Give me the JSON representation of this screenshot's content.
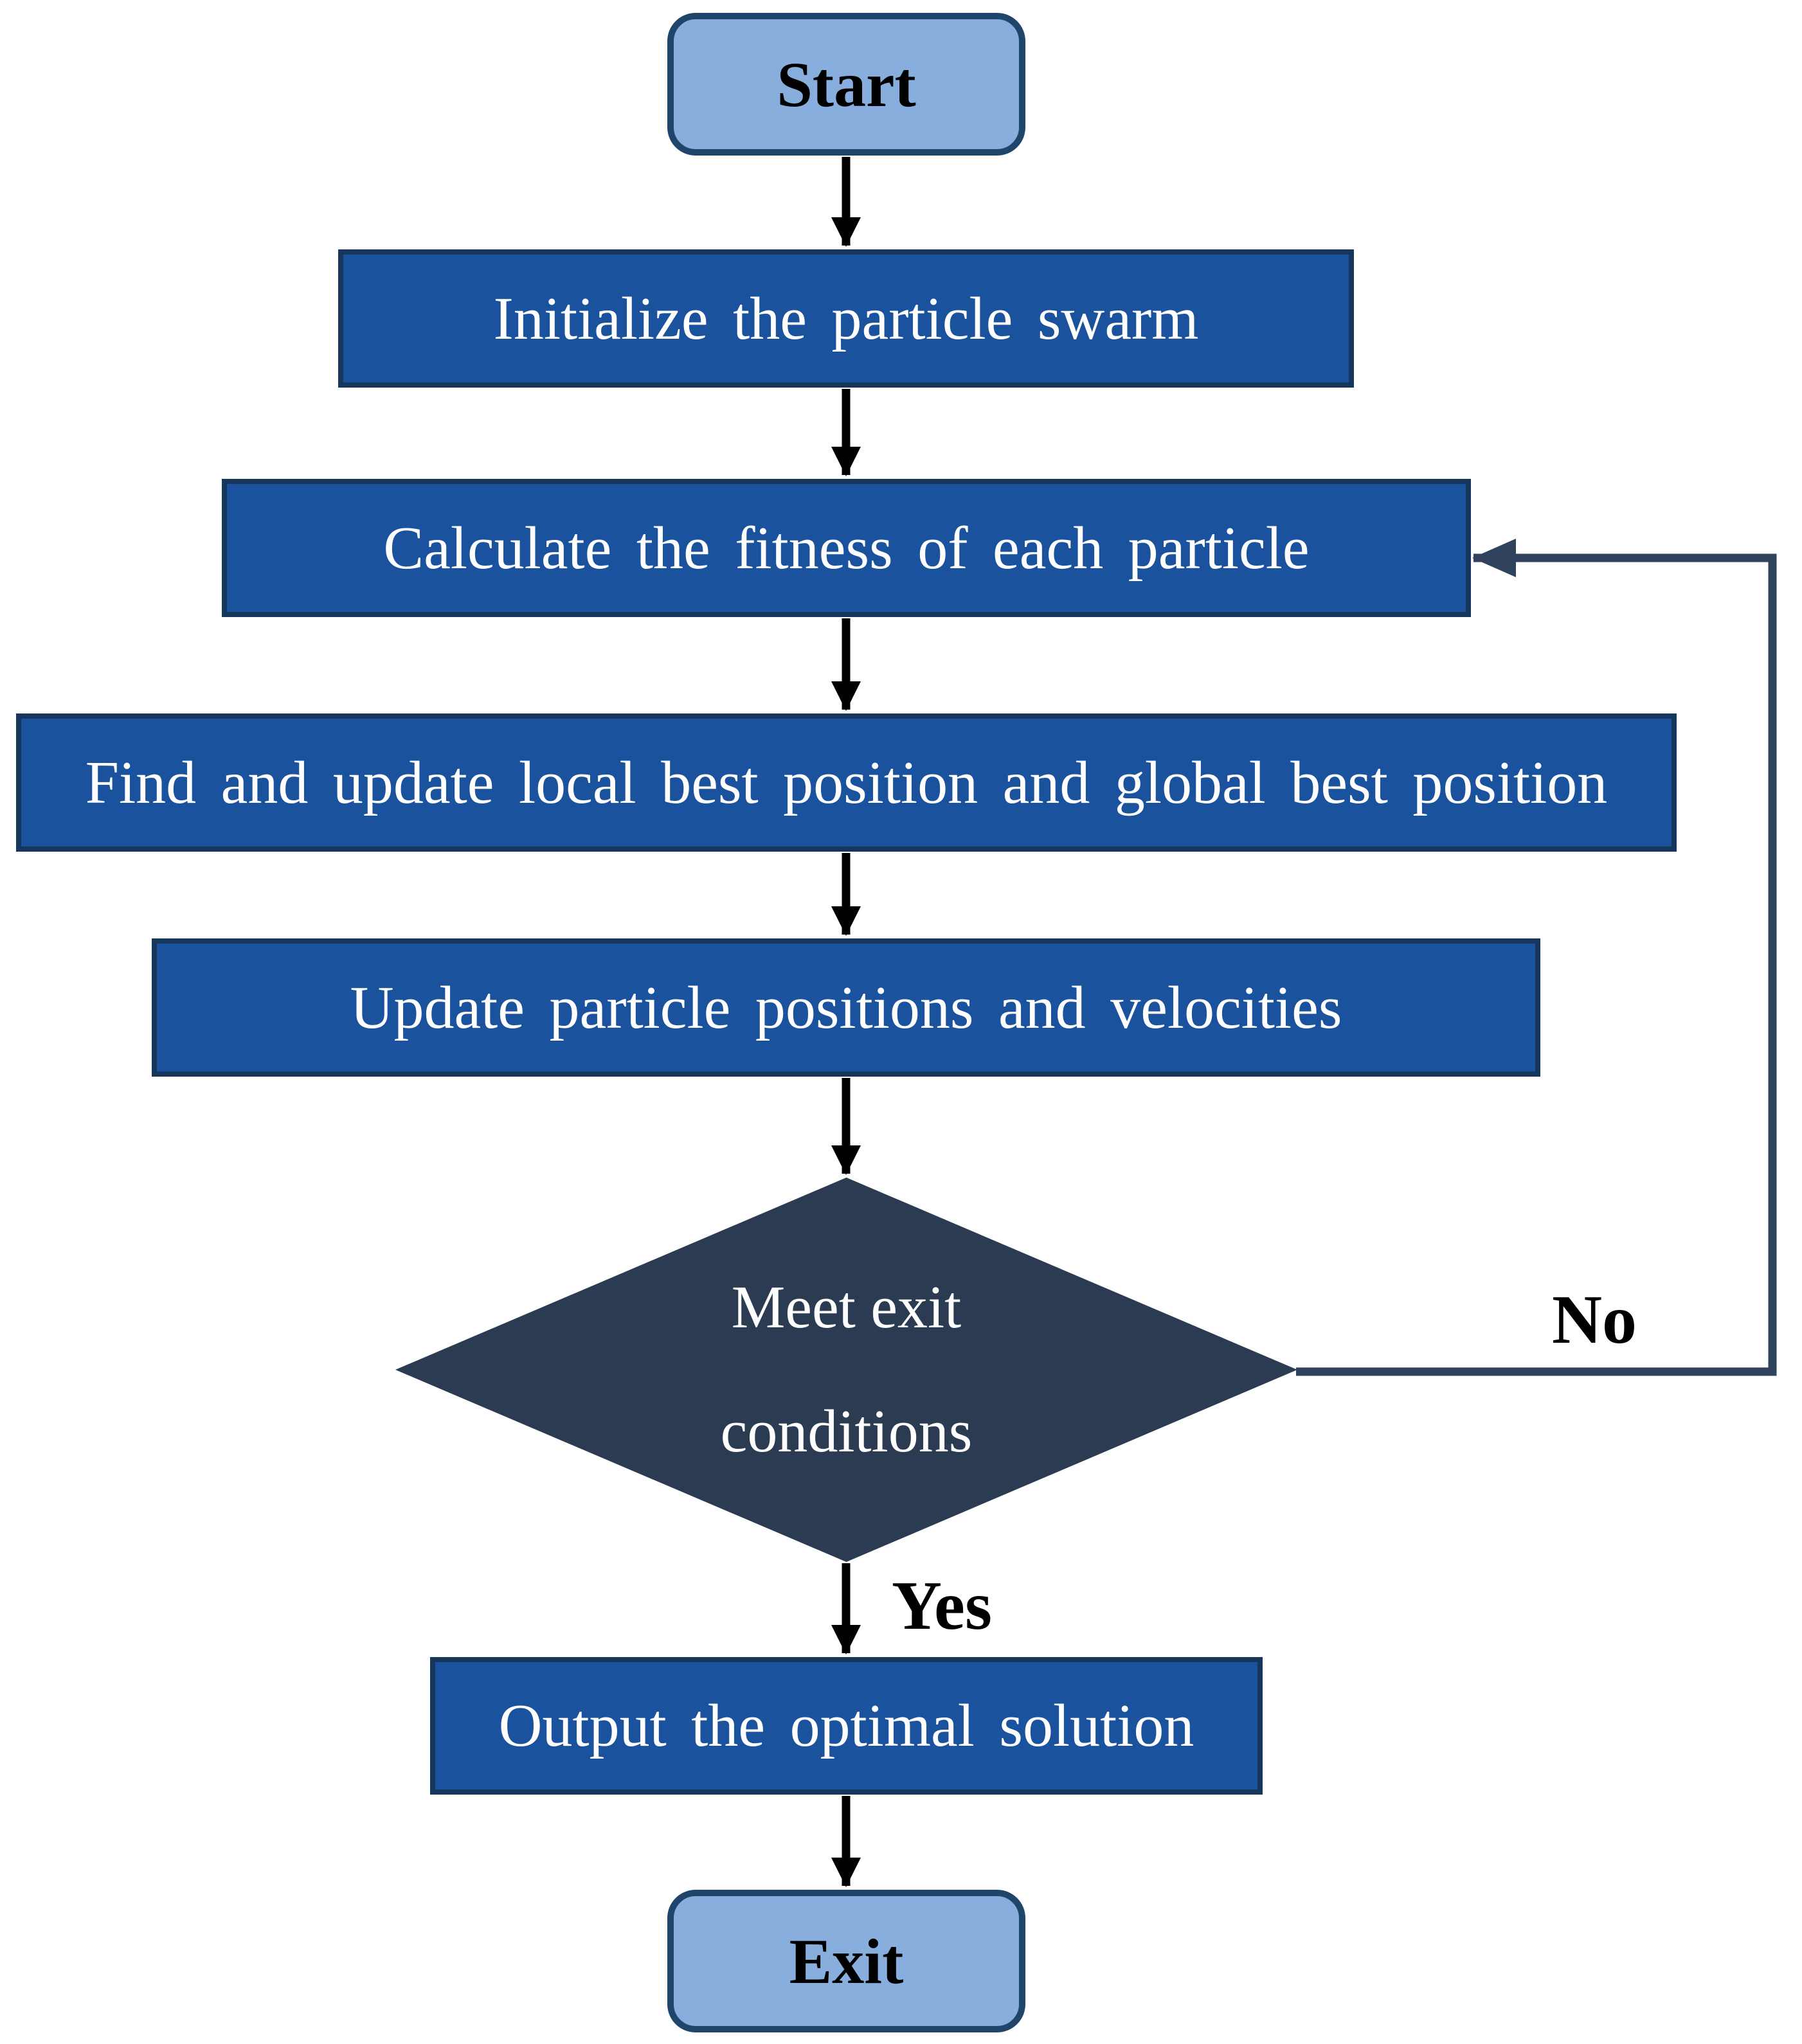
{
  "nodes": {
    "start": {
      "label": "Start"
    },
    "initialize": {
      "label": "Initialize the particle swarm"
    },
    "calculate": {
      "label": "Calculate the fitness of each particle"
    },
    "find_update": {
      "label": "Find and update local best position and global best position"
    },
    "update": {
      "label": "Update particle positions and velocities"
    },
    "decision": {
      "label": "Meet exit conditions"
    },
    "output": {
      "label": "Output the optimal solution"
    },
    "exit": {
      "label": "Exit"
    }
  },
  "edges": {
    "yes_label": "Yes",
    "no_label": "No"
  },
  "colors": {
    "process_fill": "#1a529e",
    "process_border": "#16365c",
    "terminal_fill": "#88aede",
    "terminal_border": "#20456b",
    "decision_fill": "#2b3c52",
    "connector_black": "#000000",
    "connector_loop": "#31435c",
    "text_light": "#ffffff",
    "text_dark": "#000000"
  }
}
